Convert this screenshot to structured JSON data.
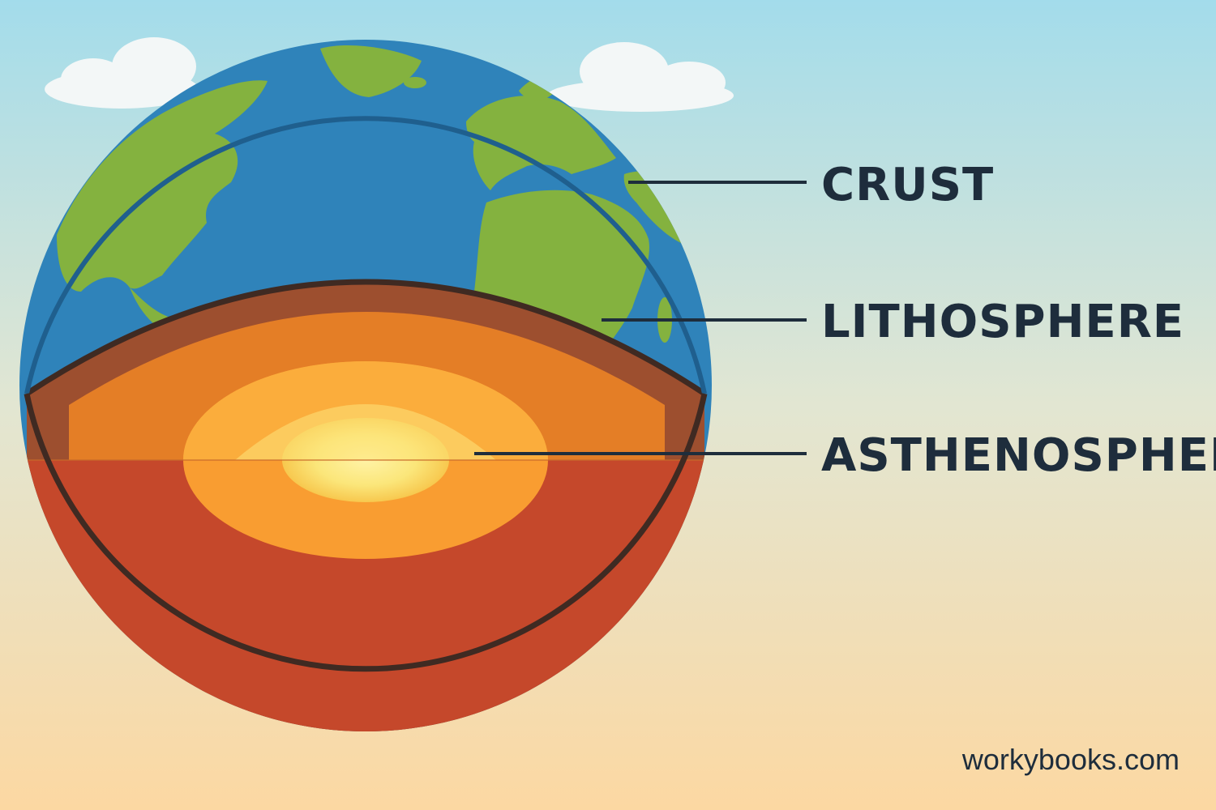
{
  "labels": {
    "crust": "CRUST",
    "lithosphere": "LITHOSPHERE",
    "asthenosphere": "ASTHENOSPHERE"
  },
  "credit": "workybooks.com",
  "colors": {
    "sky_top": "#a3dceb",
    "sky_bottom": "#fcd8a2",
    "ocean": "#2f83ba",
    "land": "#84b23f",
    "outline": "#3f2a22",
    "lithosphere": "#9d4f2f",
    "asthenosphere_upper": "#e47e26",
    "mantle": "#c5482b",
    "inner_ring": "#f99d31",
    "core": "#fbe67a",
    "text": "#1e2d3c",
    "cloud": "#f3f7f7"
  }
}
